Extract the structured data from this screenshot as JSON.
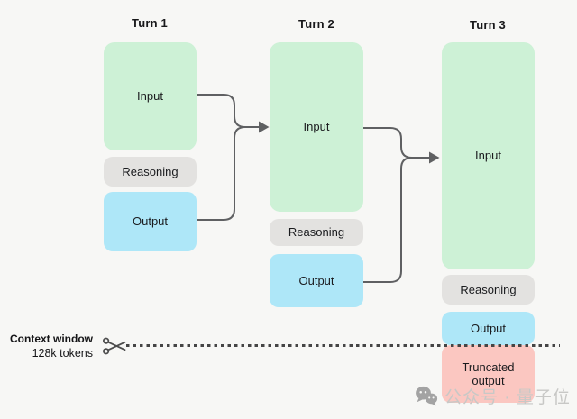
{
  "diagram": {
    "title_note": "LLM multi-turn context window diagram",
    "turns": [
      {
        "label": "Turn 1",
        "boxes": [
          {
            "name": "input",
            "label": "Input"
          },
          {
            "name": "reasoning",
            "label": "Reasoning"
          },
          {
            "name": "output",
            "label": "Output"
          }
        ]
      },
      {
        "label": "Turn 2",
        "boxes": [
          {
            "name": "input",
            "label": "Input"
          },
          {
            "name": "reasoning",
            "label": "Reasoning"
          },
          {
            "name": "output",
            "label": "Output"
          }
        ]
      },
      {
        "label": "Turn 3",
        "boxes": [
          {
            "name": "input",
            "label": "Input"
          },
          {
            "name": "reasoning",
            "label": "Reasoning"
          },
          {
            "name": "output",
            "label": "Output"
          },
          {
            "name": "truncated-output",
            "label": "Truncated output"
          }
        ]
      }
    ],
    "context_window": {
      "label": "Context window",
      "tokens": "128k tokens"
    },
    "icons": {
      "scissors": "scissors-icon",
      "wechat": "wechat-logo-icon"
    },
    "watermark": {
      "text": "公众号 · 量子位"
    },
    "colors": {
      "background": "#f7f7f5",
      "input": "#cdf1d6",
      "reasoning": "#e3e2e0",
      "output": "#aee7f8",
      "truncated": "#fbc7c1",
      "arrow": "#5f6062",
      "dash_line": "#454545",
      "text": "#1a1b1e",
      "watermark": "#c8c8c6"
    }
  }
}
